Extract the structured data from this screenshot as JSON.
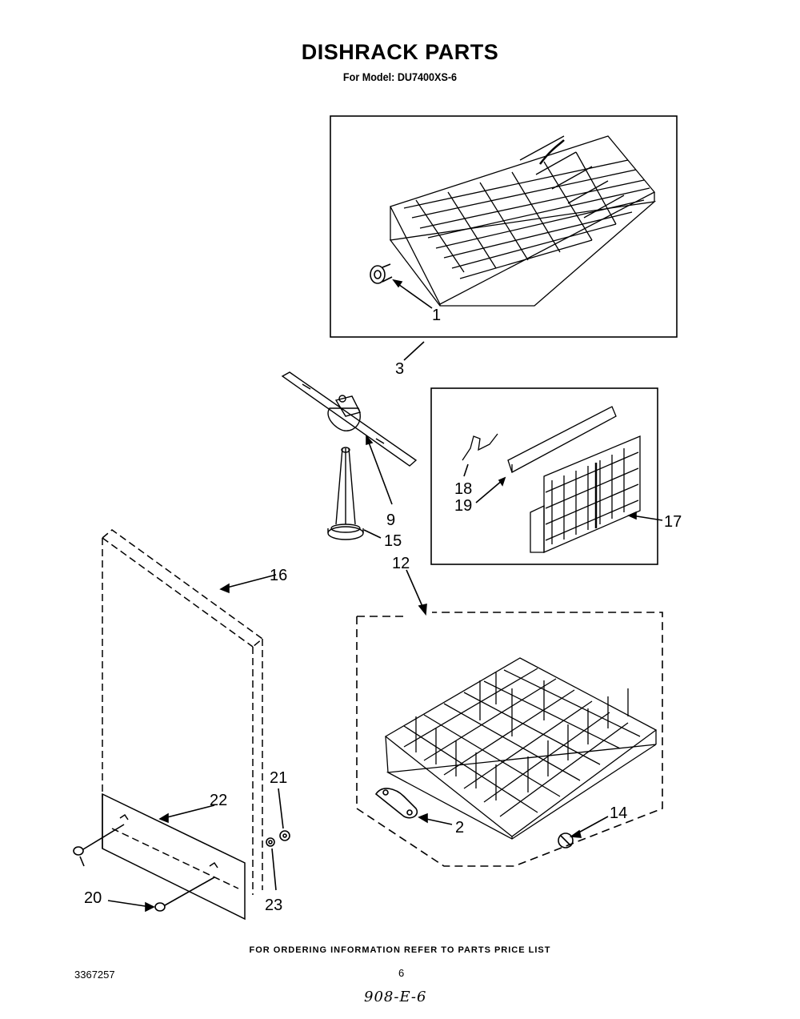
{
  "header": {
    "title": "DISHRACK PARTS",
    "model": "For Model: DU7400XS-6"
  },
  "labels": {
    "p1": "1",
    "p2": "2",
    "p3": "3",
    "p9": "9",
    "p12": "12",
    "p14": "14",
    "p15": "15",
    "p16": "16",
    "p17": "17",
    "p18": "18",
    "p19": "19",
    "p20": "20",
    "p21": "21",
    "p22": "22",
    "p23": "23"
  },
  "footer": {
    "note": "FOR ORDERING INFORMATION REFER TO PARTS PRICE LIST",
    "doc_number": "3367257",
    "page": "6",
    "handwritten": "908-E-6"
  }
}
